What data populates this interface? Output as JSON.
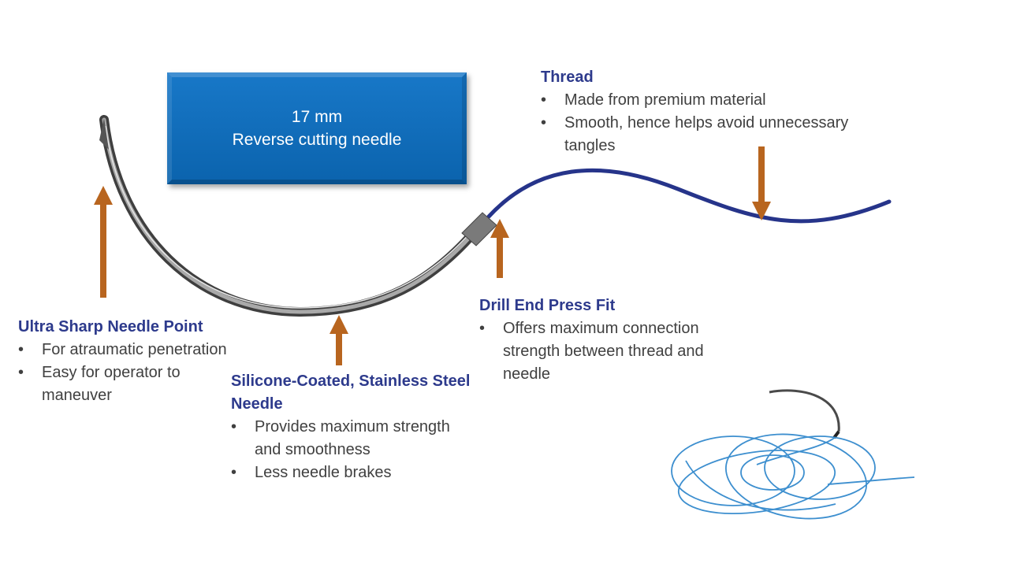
{
  "box": {
    "line1": "17 mm",
    "line2": "Reverse cutting needle"
  },
  "thread": {
    "title": "Thread",
    "bullets": [
      "Made from premium material",
      "Smooth, hence helps avoid unnecessary tangles"
    ]
  },
  "needle_point": {
    "title": "Ultra Sharp Needle Point",
    "bullets": [
      "For atraumatic penetration",
      "Easy for operator to maneuver"
    ]
  },
  "silicone": {
    "title": "Silicone-Coated, Stainless Steel Needle",
    "bullets": [
      "Provides maximum strength and smoothness",
      "Less needle brakes"
    ]
  },
  "drill_end": {
    "title": "Drill End Press Fit",
    "bullets": [
      "Offers maximum connection strength between thread and needle"
    ]
  },
  "colors": {
    "arrow": "#b8651f",
    "thread": "#26348a",
    "title": "#2d3a8c",
    "box": "#0b63ad"
  }
}
